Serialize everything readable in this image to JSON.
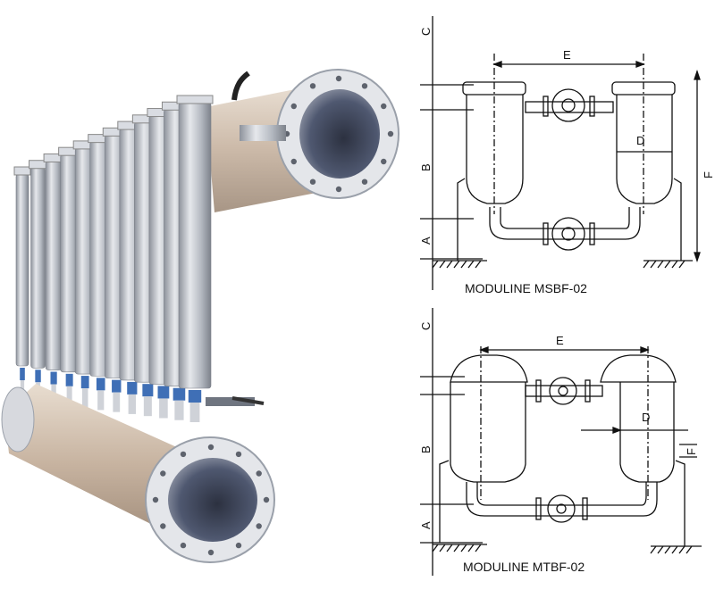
{
  "photo": {
    "subject": "filter-module-bank-photo",
    "module_count": 12
  },
  "diagrams": [
    {
      "id": "msbf",
      "caption": "MODULINE MSBF-02",
      "dimensions": {
        "c": "C",
        "b": "B",
        "a": "A",
        "e": "E",
        "d": "D",
        "f": "F"
      }
    },
    {
      "id": "mtbf",
      "caption": "MODULINE MTBF-02",
      "dimensions": {
        "c": "C",
        "b": "B",
        "a": "A",
        "e": "E",
        "d": "D",
        "f": "F"
      }
    }
  ],
  "colors": {
    "steel": "#b8bcc4",
    "pipe": "#c9b9a8",
    "flange": "#d9dce2",
    "bore": "#4c5468",
    "clamp": "#3f6fb6",
    "line": "#111111"
  }
}
